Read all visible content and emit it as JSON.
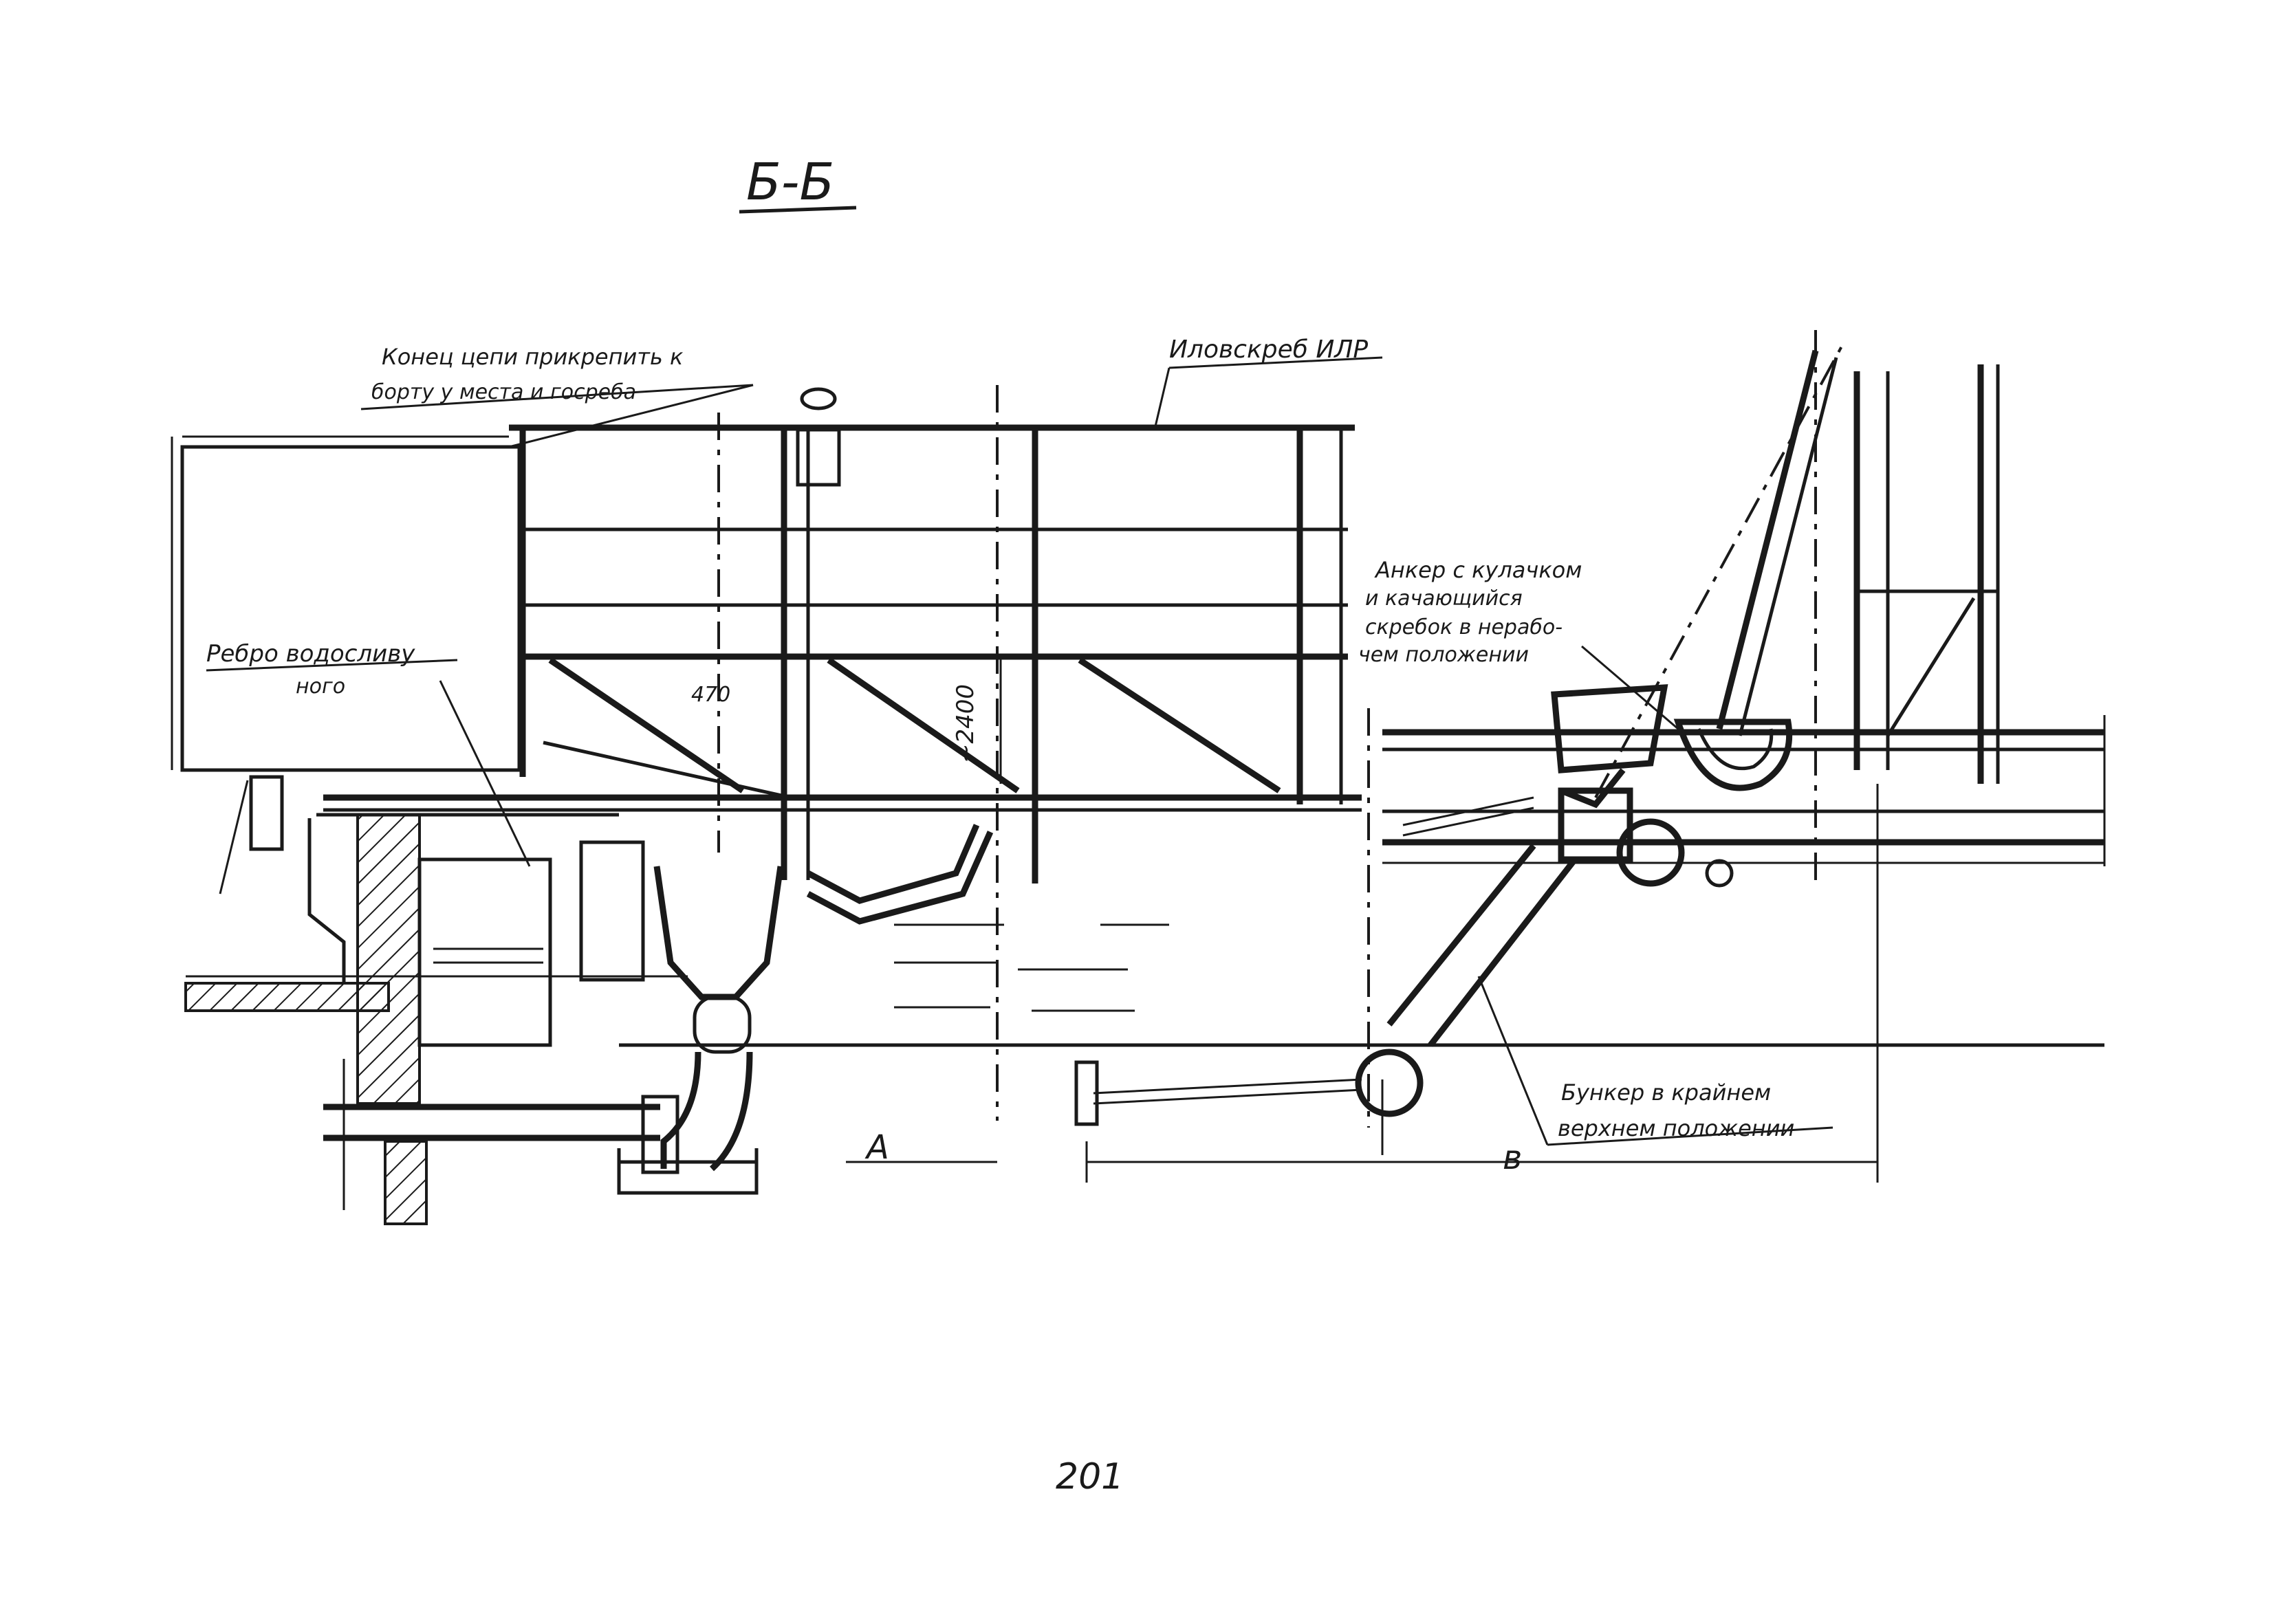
{
  "section_title": "Б-Б",
  "page_number": "201",
  "labels": {
    "chain_note_line1": "Конец цепи прикрепить к",
    "chain_note_line2": "борту у места и госреба",
    "scraper": "Иловскреб ИЛР",
    "rib_line1": "Ребро водосливу",
    "rib_line2": "ного",
    "anchor_line1": "Анкер с кулачком",
    "anchor_line2": "и качающийся",
    "anchor_line3": "скребок в нерабо-",
    "anchor_line4": "чем положении",
    "bunker_line1": "Бункер в крайнем",
    "bunker_line2": "верхнем положении"
  },
  "dimensions": {
    "dim_470": "470",
    "dim_2400": "~2400"
  },
  "markers": {
    "marker_a": "А",
    "marker_b": "в"
  }
}
